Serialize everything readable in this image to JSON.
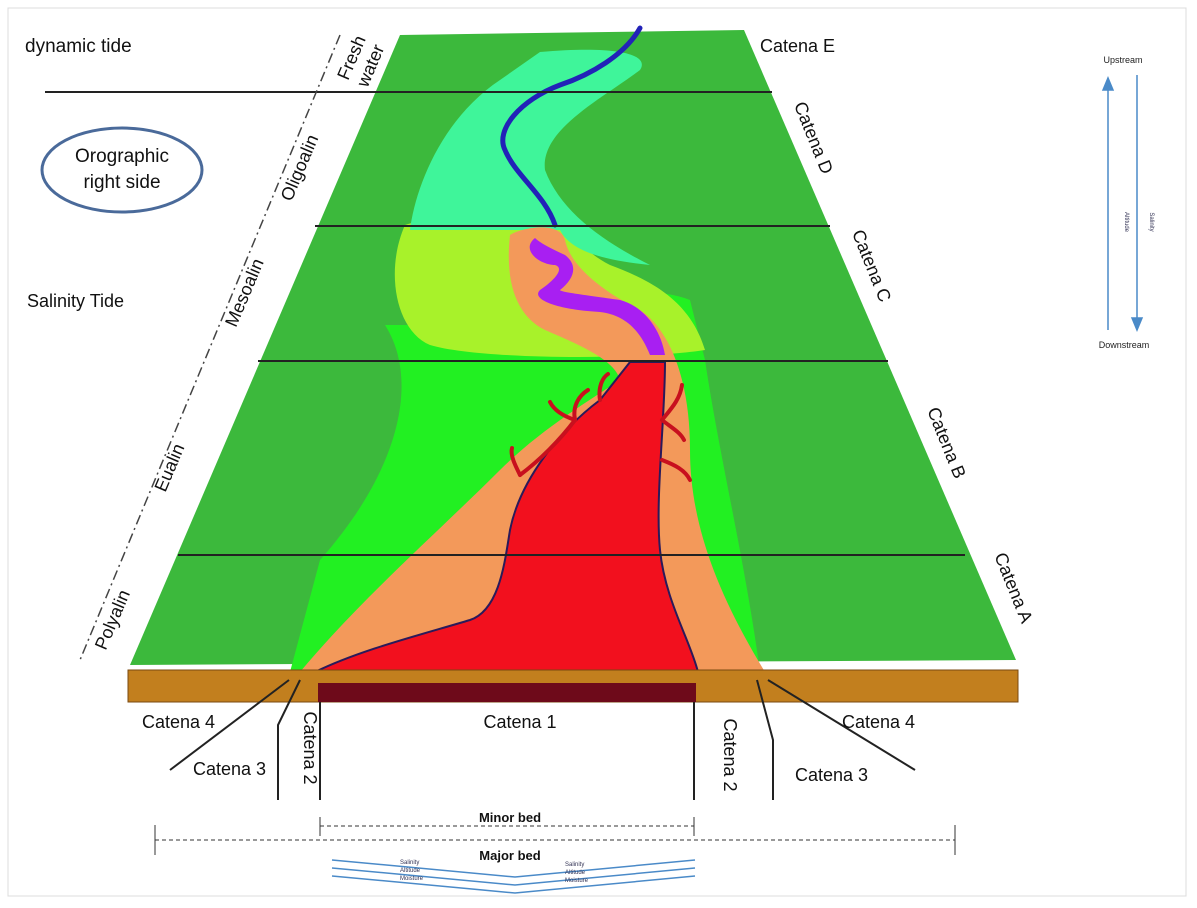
{
  "left_labels": {
    "dynamic_tide": "dynamic tide",
    "orographic": [
      "Orographic",
      "right side"
    ],
    "salinity_tide": "Salinity  Tide"
  },
  "zones": {
    "fresh_water": [
      "Fresh",
      "water"
    ],
    "oligoalin": "Oligoalin",
    "mesoalin": "Mesoalin",
    "eualin": "Eualin",
    "polyalin": "Polyalin"
  },
  "catenas_right": {
    "e": "Catena E",
    "d": "Catena D",
    "c": "Catena C",
    "b": "Catena B",
    "a": "Catena A"
  },
  "catenas_bottom": {
    "c4_left": "Catena 4",
    "c3_left": "Catena 3",
    "c2_left": "Catena 2",
    "c1": "Catena 1",
    "c2_right": "Catena 2",
    "c4_right": "Catena 4",
    "c3_right": "Catena 3"
  },
  "beds": {
    "minor": "Minor bed",
    "major": "Major bed"
  },
  "legend": {
    "upstream": "Upstream",
    "downstream": "Downstream",
    "altitude": "Altitude",
    "salinity": "Salinity"
  },
  "bottom_legend": {
    "salinity": "Salinity",
    "altitude": "Altitude",
    "moisture": "Moisture"
  },
  "colors": {
    "dark_green": "#3cb93c",
    "bright_green": "#22f022",
    "lime": "#a8f22a",
    "mint": "#3ff59a",
    "orange": "#f3995a",
    "red": "#f2101e",
    "purple": "#a81ff2",
    "river_blue": "#2222b8",
    "soil_brown": "#c27f1e",
    "minor_bed": "#6e0a1a",
    "orographic_ellipse": "#4a6a9a",
    "legend_arrow": "#4a8ac8"
  }
}
